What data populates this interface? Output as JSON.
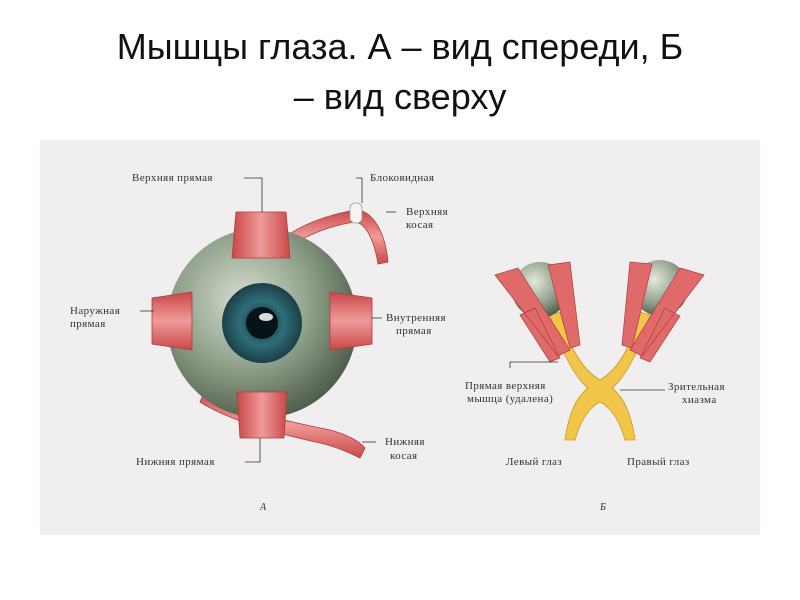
{
  "title_line1": "Мышцы глаза. А – вид спереди, Б",
  "title_line2": "– вид сверху",
  "front": {
    "label_superior_rectus": "Верхняя прямая",
    "label_trochlea": "Блоковидная",
    "label_superior_oblique_1": "Верхняя",
    "label_superior_oblique_2": "косая",
    "label_lateral_rectus_1": "Наружная",
    "label_lateral_rectus_2": "прямая",
    "label_medial_rectus_1": "Внутренняя",
    "label_medial_rectus_2": "прямая",
    "label_inferior_rectus": "Нижняя прямая",
    "label_inferior_oblique_1": "Нижняя",
    "label_inferior_oblique_2": "косая",
    "letter": "А"
  },
  "top": {
    "label_removed_1": "Прямая верхняя",
    "label_removed_2": "мышца (удалена)",
    "label_chiasm_1": "Зрительная",
    "label_chiasm_2": "хиазма",
    "label_left_eye": "Левый глаз",
    "label_right_eye": "Правый глаз",
    "letter": "Б"
  },
  "colors": {
    "muscle": "#e06060",
    "muscle_light": "#f4a0a0",
    "eyeball": "#8fa08a",
    "iris": "#2e6e78",
    "nerve": "#f2c64a"
  }
}
